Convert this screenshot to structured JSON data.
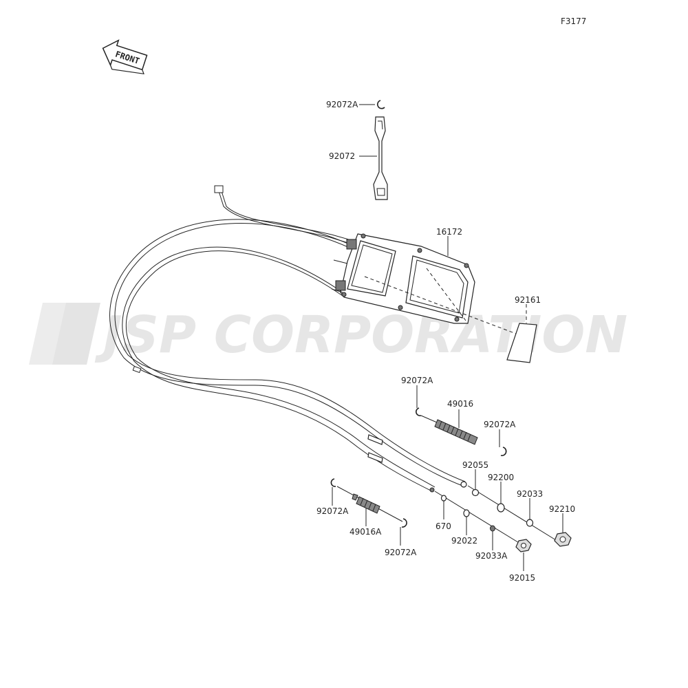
{
  "diagram": {
    "code": "F3177",
    "front_label": "FRONT",
    "watermark": "JSP CORPORATION",
    "parts": {
      "p92072A_top": "92072A",
      "p92072": "92072",
      "p16172": "16172",
      "p92161": "92161",
      "p92072A_r1": "92072A",
      "p49016": "49016",
      "p92072A_r2": "92072A",
      "p92055": "92055",
      "p92200": "92200",
      "p92033": "92033",
      "p92210": "92210",
      "p670": "670",
      "p92022": "92022",
      "p92033A": "92033A",
      "p92015": "92015",
      "p92072A_l1": "92072A",
      "p49016A": "49016A",
      "p92072A_l2": "92072A"
    }
  }
}
